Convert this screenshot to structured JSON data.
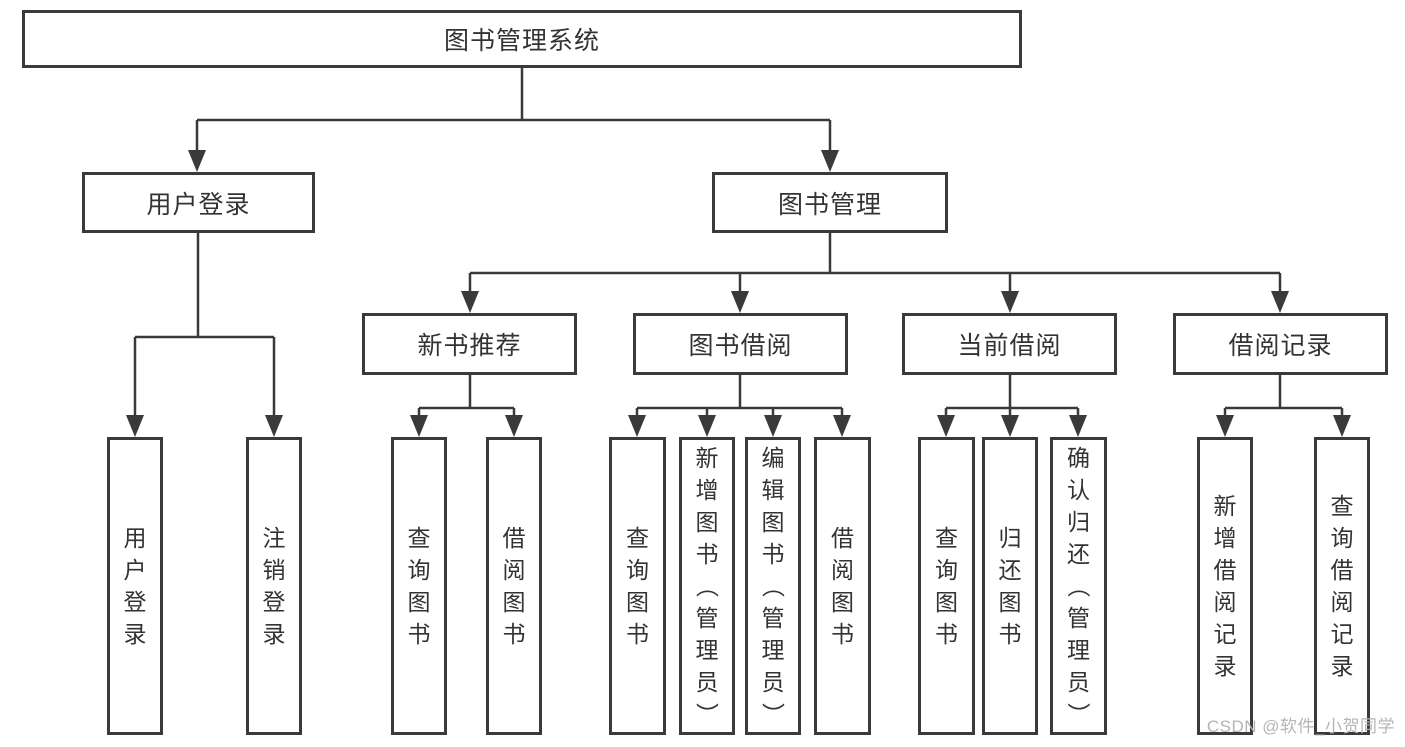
{
  "tree": {
    "root": {
      "label": "图书管理系统",
      "children": [
        {
          "label": "用户登录",
          "children": [
            {
              "label": "用户登录"
            },
            {
              "label": "注销登录"
            }
          ]
        },
        {
          "label": "图书管理",
          "children": [
            {
              "label": "新书推荐",
              "children": [
                {
                  "label": "查询图书"
                },
                {
                  "label": "借阅图书"
                }
              ]
            },
            {
              "label": "图书借阅",
              "children": [
                {
                  "label": "查询图书"
                },
                {
                  "label": "新增图书（管理员）"
                },
                {
                  "label": "编辑图书（管理员）"
                },
                {
                  "label": "借阅图书"
                }
              ]
            },
            {
              "label": "当前借阅",
              "children": [
                {
                  "label": "查询图书"
                },
                {
                  "label": "归还图书"
                },
                {
                  "label": "确认归还（管理员）"
                }
              ]
            },
            {
              "label": "借阅记录",
              "children": [
                {
                  "label": "新增借阅记录"
                },
                {
                  "label": "查询借阅记录"
                }
              ]
            }
          ]
        }
      ]
    }
  },
  "colors": {
    "line": "#3a3a3a",
    "text": "#333333",
    "watermark": "#b5b5b5",
    "background": "#ffffff"
  },
  "watermark": "CSDN @软件_小贺同学"
}
